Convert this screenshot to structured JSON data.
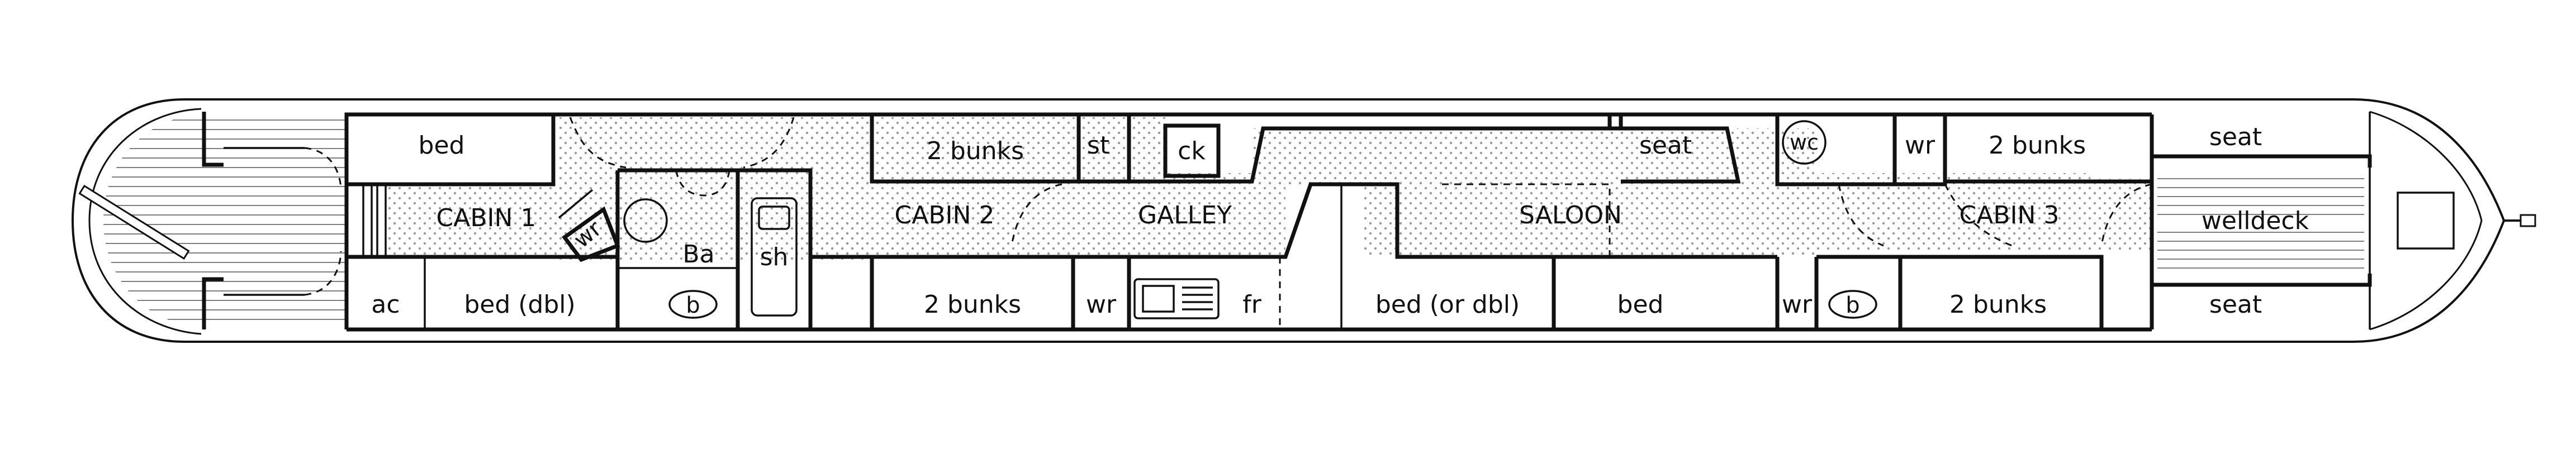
{
  "rooms": {
    "cabin1": "CABIN 1",
    "cabin2": "CABIN 2",
    "galley": "GALLEY",
    "saloon": "SALOON",
    "cabin3": "CABIN 3",
    "welldeck": "welldeck"
  },
  "fixtures": {
    "bed_cabin1": "bed",
    "bed_dbl_cabin1": "bed (dbl)",
    "ac": "ac",
    "wr_diag": "wr",
    "ba": "Ba",
    "b_bath": "b",
    "sh": "sh",
    "bunks_c2_top": "2 bunks",
    "bunks_c2_bottom": "2 bunks",
    "st": "st",
    "ck": "ck",
    "wr_c2": "wr",
    "fr": "fr",
    "seat_saloon": "seat",
    "bed_or_dbl": "bed (or dbl)",
    "bed_saloon": "bed",
    "wc": "wc",
    "wr_top_c3": "wr",
    "bunks_c3_top": "2 bunks",
    "wr_bottom_c3": "wr",
    "b_c3": "b",
    "bunks_c3_bottom": "2 bunks",
    "seat_fwd_top": "seat",
    "seat_fwd_bottom": "seat"
  }
}
